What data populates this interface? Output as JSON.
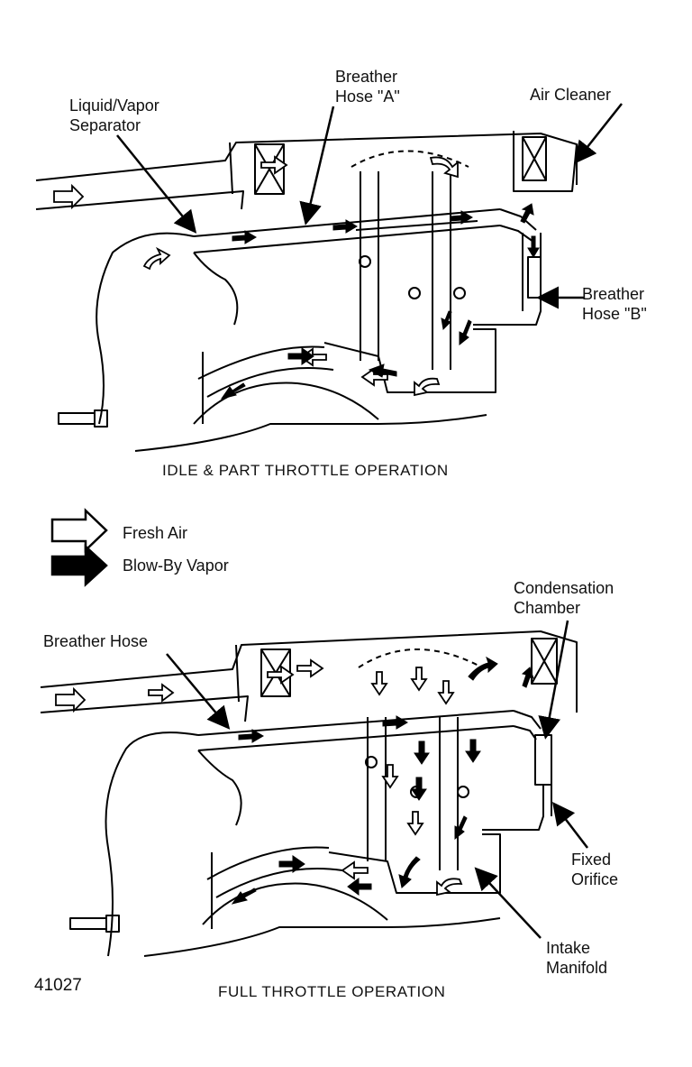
{
  "figure_number": "41027",
  "top_diagram": {
    "caption": "IDLE & PART THROTTLE OPERATION",
    "labels": {
      "liquid_vapor_separator": "Liquid/Vapor\nSeparator",
      "breather_hose_a": "Breather\nHose \"A\"",
      "air_cleaner": "Air Cleaner",
      "breather_hose_b": "Breather\nHose \"B\""
    }
  },
  "legend": {
    "fresh_air": "Fresh Air",
    "blow_by_vapor": "Blow-By Vapor"
  },
  "bottom_diagram": {
    "caption": "FULL THROTTLE OPERATION",
    "labels": {
      "breather_hose": "Breather Hose",
      "condensation_chamber": "Condensation\nChamber",
      "fixed_orifice": "Fixed\nOrifice",
      "intake_manifold": "Intake\nManifold"
    }
  }
}
